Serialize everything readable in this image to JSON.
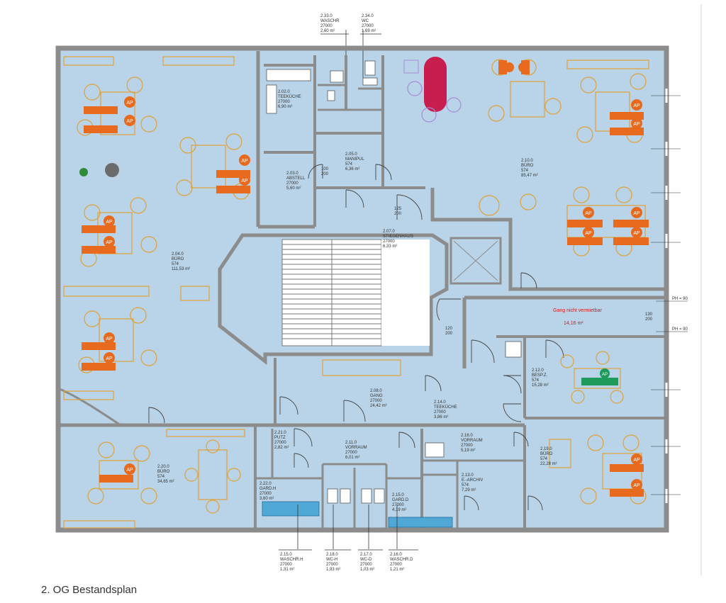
{
  "caption": "2. OG Bestandsplan",
  "colors": {
    "floor": "#b9d4e8",
    "wall": "#8c8c8c",
    "furniture": "#e0a13a",
    "workplace_tag": "#e76a1f",
    "meeting_tag": "#1e9b5a",
    "highlight": "#c81e4f",
    "annotation": "#d11a1a"
  },
  "rooms": {
    "r_204": {
      "num": "2.04.0",
      "name": "BÜRO",
      "code": "574",
      "area": "111,53 m²"
    },
    "r_202": {
      "num": "2.02.0",
      "name": "TEEKÜCHE",
      "code": "27000",
      "area": "6,90 m²"
    },
    "r_203": {
      "num": "2.03.0",
      "name": "ABSTELL",
      "code": "27000",
      "area": "5,60 m²"
    },
    "r_205": {
      "num": "2.05.0",
      "name": "MANIPUL",
      "code": "574",
      "area": "6,36 m²"
    },
    "r_207": {
      "num": "2.07.0",
      "name": "STIEGENHAUS",
      "code": "27000",
      "area": "6,33 m²"
    },
    "r_210": {
      "num": "2.10.0",
      "name": "BÜRO",
      "code": "574",
      "area": "85,47 m²"
    },
    "r_208": {
      "num": "2.08.0",
      "name": "GANG",
      "code": "27000",
      "area": "24,42 m²"
    },
    "r_212": {
      "num": "2.12.0",
      "name": "BESP.Z.",
      "code": "574",
      "area": "15,28 m²"
    },
    "r_214": {
      "num": "2.14.0",
      "name": "TEEKÜCHE",
      "code": "27000",
      "area": "3,86 m²"
    },
    "r_220": {
      "num": "2.20.0",
      "name": "BÜRO",
      "code": "574",
      "area": "34,65 m²"
    },
    "r_221": {
      "num": "2.21.0",
      "name": "PUTZ",
      "code": "27000",
      "area": "2,82 m²"
    },
    "r_222": {
      "num": "2.22.0",
      "name": "GARD.H",
      "code": "27000",
      "area": "3,60 m²"
    },
    "r_211": {
      "num": "2.11.0",
      "name": "VORRAUM",
      "code": "27000",
      "area": "6,01 m²"
    },
    "r_215": {
      "num": "2.15.0",
      "name": "GARD.D",
      "code": "27000",
      "area": "4,19 m²"
    },
    "r_216": {
      "num": "2.16.0",
      "name": "VORRAUM",
      "code": "27000",
      "area": "5,19 m²"
    },
    "r_213": {
      "num": "2.13.0",
      "name": "E.-ARCHIV",
      "code": "574",
      "area": "7,29 m²"
    },
    "r_219": {
      "num": "2.19.0",
      "name": "BÜRO",
      "code": "574",
      "area": "22,28 m²"
    }
  },
  "top_callouts": {
    "left": {
      "num": "2.33.0",
      "name": "WASCHR",
      "code": "27000",
      "area": "2,60 m²"
    },
    "right": {
      "num": "2.34.0",
      "name": "WC",
      "code": "27000",
      "area": "1,69 m²"
    }
  },
  "bottom_callouts": [
    {
      "num": "2.15.0",
      "name": "WASCHR.H",
      "code": "27000",
      "area": "1,31 m²"
    },
    {
      "num": "2.18.0",
      "name": "WC-H",
      "code": "27000",
      "area": "1,93 m²"
    },
    {
      "num": "2.17.0",
      "name": "WC-D",
      "code": "27000",
      "area": "1,03 m²"
    },
    {
      "num": "2.16.0",
      "name": "WASCHR.D",
      "code": "27000",
      "area": "1,21 m²"
    }
  ],
  "corridor_note": {
    "line1": "Gang nicht vermietbar",
    "line2": "14,16 m²"
  },
  "ap_label": "AP",
  "meeting_label": "AP",
  "dims": {
    "d1": "125",
    "d2": "200",
    "d3": "120",
    "d4": "200",
    "d5": "100",
    "d6": "200",
    "d7": "130",
    "d8": "200",
    "d9": "PH = 90"
  }
}
